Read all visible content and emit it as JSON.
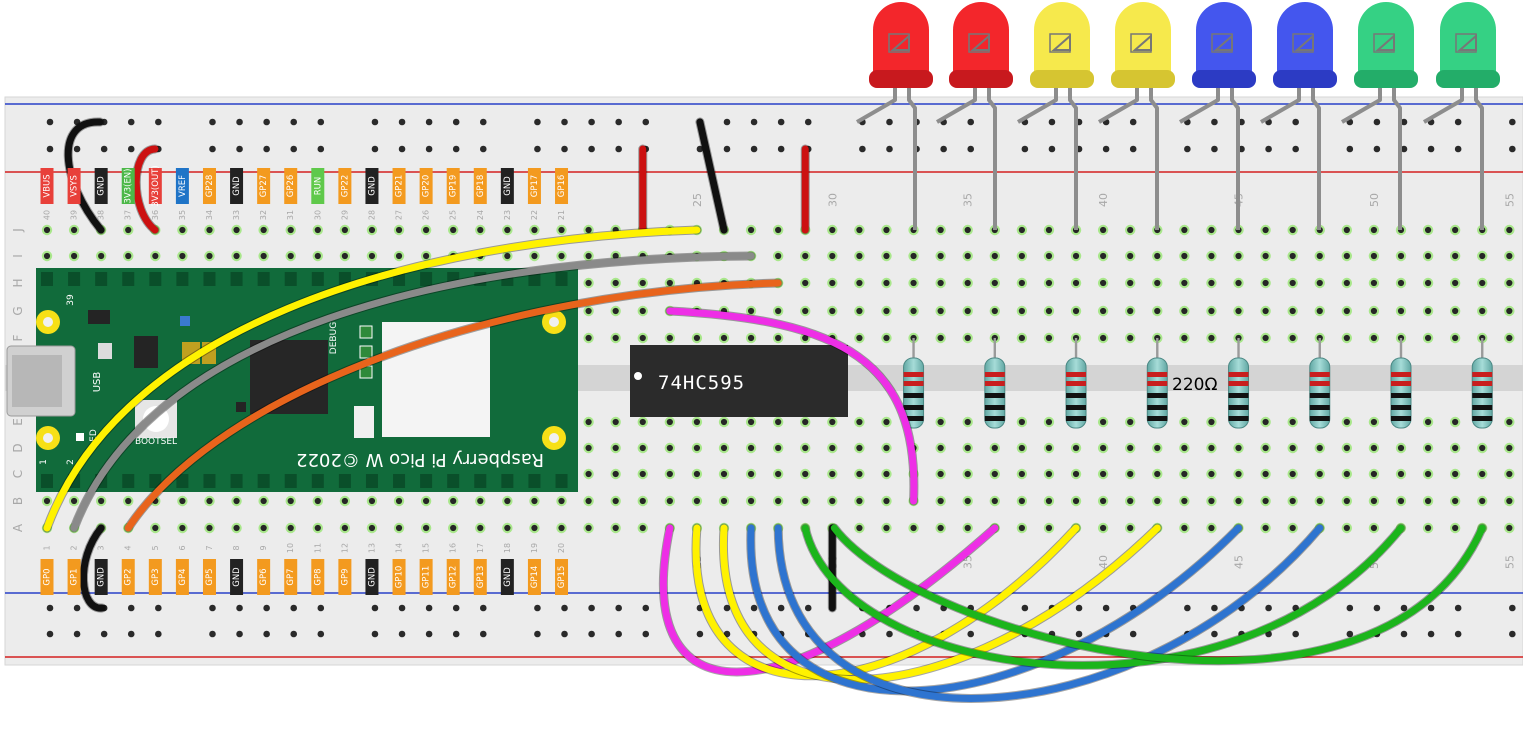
{
  "chip": {
    "label": "74HC595"
  },
  "resistor": {
    "label": "220Ω"
  },
  "pico": {
    "board_label": "Raspberry Pi Pico W ©2022",
    "usb_label": "USB",
    "bootsel_label": "BOOTSEL",
    "led_label": "LED",
    "debug_label": "DEBUG",
    "corner_pin_39": "39",
    "corner_pin_1": "1",
    "corner_pin_2": "2"
  },
  "pins_top": [
    {
      "label": "VBUS",
      "num": "40",
      "color": "#e8403a"
    },
    {
      "label": "VSYS",
      "num": "39",
      "color": "#e8403a"
    },
    {
      "label": "GND",
      "num": "38",
      "color": "#222222"
    },
    {
      "label": "3V3(EN)",
      "num": "37",
      "color": "#4cb848"
    },
    {
      "label": "3V3(OUT)",
      "num": "36",
      "color": "#e8403a"
    },
    {
      "label": "VREF",
      "num": "35",
      "color": "#1f74c7"
    },
    {
      "label": "GP28",
      "num": "34",
      "color": "#f39a1f"
    },
    {
      "label": "GND",
      "num": "33",
      "color": "#222222"
    },
    {
      "label": "GP27",
      "num": "32",
      "color": "#f39a1f"
    },
    {
      "label": "GP26",
      "num": "31",
      "color": "#f39a1f"
    },
    {
      "label": "RUN",
      "num": "30",
      "color": "#5fc94a"
    },
    {
      "label": "GP22",
      "num": "29",
      "color": "#f39a1f"
    },
    {
      "label": "GND",
      "num": "28",
      "color": "#222222"
    },
    {
      "label": "GP21",
      "num": "27",
      "color": "#f39a1f"
    },
    {
      "label": "GP20",
      "num": "26",
      "color": "#f39a1f"
    },
    {
      "label": "GP19",
      "num": "25",
      "color": "#f39a1f"
    },
    {
      "label": "GP18",
      "num": "24",
      "color": "#f39a1f"
    },
    {
      "label": "GND",
      "num": "23",
      "color": "#222222"
    },
    {
      "label": "GP17",
      "num": "22",
      "color": "#f39a1f"
    },
    {
      "label": "GP16",
      "num": "21",
      "color": "#f39a1f"
    }
  ],
  "pins_bottom": [
    {
      "label": "GP0",
      "num": "1",
      "color": "#f39a1f"
    },
    {
      "label": "GP1",
      "num": "2",
      "color": "#f39a1f"
    },
    {
      "label": "GND",
      "num": "3",
      "color": "#222222"
    },
    {
      "label": "GP2",
      "num": "4",
      "color": "#f39a1f"
    },
    {
      "label": "GP3",
      "num": "5",
      "color": "#f39a1f"
    },
    {
      "label": "GP4",
      "num": "6",
      "color": "#f39a1f"
    },
    {
      "label": "GP5",
      "num": "7",
      "color": "#f39a1f"
    },
    {
      "label": "GND",
      "num": "8",
      "color": "#222222"
    },
    {
      "label": "GP6",
      "num": "9",
      "color": "#f39a1f"
    },
    {
      "label": "GP7",
      "num": "10",
      "color": "#f39a1f"
    },
    {
      "label": "GP8",
      "num": "11",
      "color": "#f39a1f"
    },
    {
      "label": "GP9",
      "num": "12",
      "color": "#f39a1f"
    },
    {
      "label": "GND",
      "num": "13",
      "color": "#222222"
    },
    {
      "label": "GP10",
      "num": "14",
      "color": "#f39a1f"
    },
    {
      "label": "GP11",
      "num": "15",
      "color": "#f39a1f"
    },
    {
      "label": "GP12",
      "num": "16",
      "color": "#f39a1f"
    },
    {
      "label": "GP13",
      "num": "17",
      "color": "#f39a1f"
    },
    {
      "label": "GND",
      "num": "18",
      "color": "#222222"
    },
    {
      "label": "GP14",
      "num": "19",
      "color": "#f39a1f"
    },
    {
      "label": "GP15",
      "num": "20",
      "color": "#f39a1f"
    }
  ],
  "rows_top": [
    "J",
    "I",
    "H",
    "G",
    "F"
  ],
  "rows_bottom": [
    "E",
    "D",
    "C",
    "B",
    "A"
  ],
  "col_numbers_top": [
    "25",
    "30",
    "35",
    "40",
    "45",
    "50",
    "55"
  ],
  "col_numbers_bottom": [
    "25",
    "30",
    "35",
    "40",
    "45",
    "50",
    "55"
  ],
  "leds": [
    {
      "color": "red",
      "fill": "#f3262b",
      "dark": "#c8191e"
    },
    {
      "color": "red",
      "fill": "#f3262b",
      "dark": "#c8191e"
    },
    {
      "color": "yellow",
      "fill": "#f6e94c",
      "dark": "#d6c531"
    },
    {
      "color": "yellow",
      "fill": "#f6e94c",
      "dark": "#d6c531"
    },
    {
      "color": "blue",
      "fill": "#4456ee",
      "dark": "#2c3bc4"
    },
    {
      "color": "blue",
      "fill": "#4456ee",
      "dark": "#2c3bc4"
    },
    {
      "color": "green",
      "fill": "#35d184",
      "dark": "#23ad69"
    },
    {
      "color": "green",
      "fill": "#35d184",
      "dark": "#23ad69"
    }
  ],
  "wire_colors": {
    "yellow": "#fff200",
    "gray": "#8a8a8a",
    "orange": "#e8641c",
    "magenta": "#ee2ee6",
    "blue": "#2e74d0",
    "green": "#1cb51c",
    "black": "#111111",
    "red": "#cc1111"
  }
}
